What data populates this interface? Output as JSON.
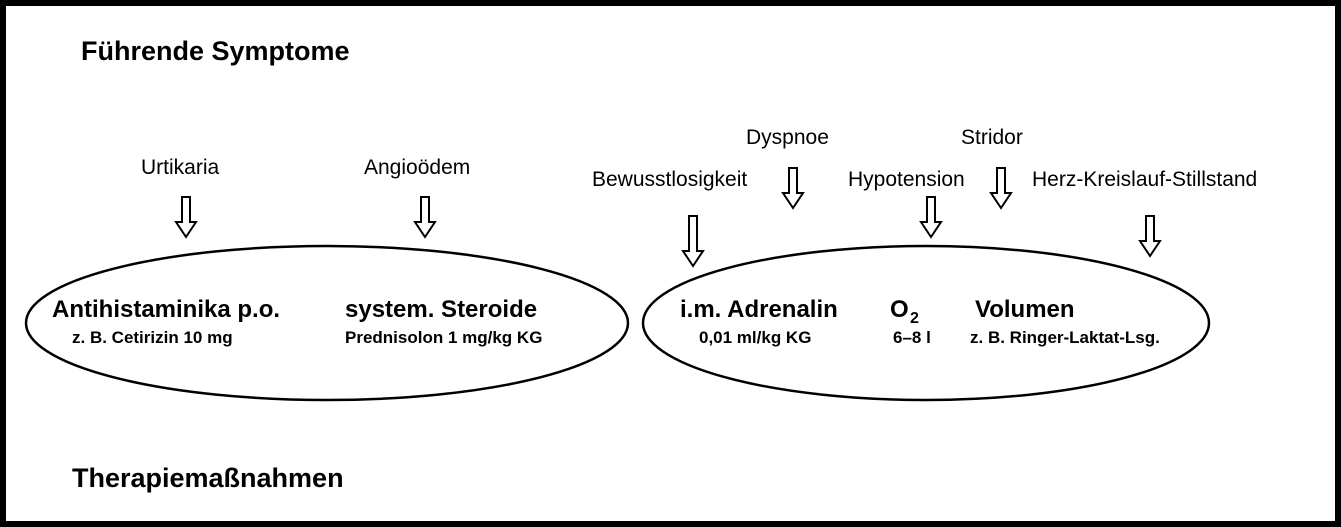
{
  "headings": {
    "symptoms": "Führende Symptome",
    "therapy": "Therapiemaßnahmen"
  },
  "symptoms": [
    {
      "id": "urtikaria",
      "label": "Urtikaria"
    },
    {
      "id": "angiooedem",
      "label": "Angioödem"
    },
    {
      "id": "dyspnoe",
      "label": "Dyspnoe"
    },
    {
      "id": "stridor",
      "label": "Stridor"
    },
    {
      "id": "bewusstlosigkeit",
      "label": "Bewusstlosigkeit"
    },
    {
      "id": "hypotension",
      "label": "Hypotension"
    },
    {
      "id": "herz-kreislauf-stillstand",
      "label": "Herz-Kreislauf-Stillstand"
    }
  ],
  "therapies": {
    "antihistaminika": {
      "name": "Antihistaminika p.o.",
      "dose": "z. B. Cetirizin 10 mg"
    },
    "steroide": {
      "name": "system. Steroide",
      "dose": "Prednisolon 1 mg/kg KG"
    },
    "adrenalin": {
      "name": "i.m. Adrenalin",
      "dose": "0,01 ml/kg KG"
    },
    "oxygen": {
      "name": "O",
      "subscript": "2",
      "dose": "6–8 l"
    },
    "volumen": {
      "name": "Volumen",
      "dose": "z. B. Ringer-Laktat-Lsg."
    }
  },
  "colors": {
    "ink": "#000000",
    "background": "#ffffff"
  },
  "icons": {
    "arrow": "hollow-down-arrow-icon"
  }
}
